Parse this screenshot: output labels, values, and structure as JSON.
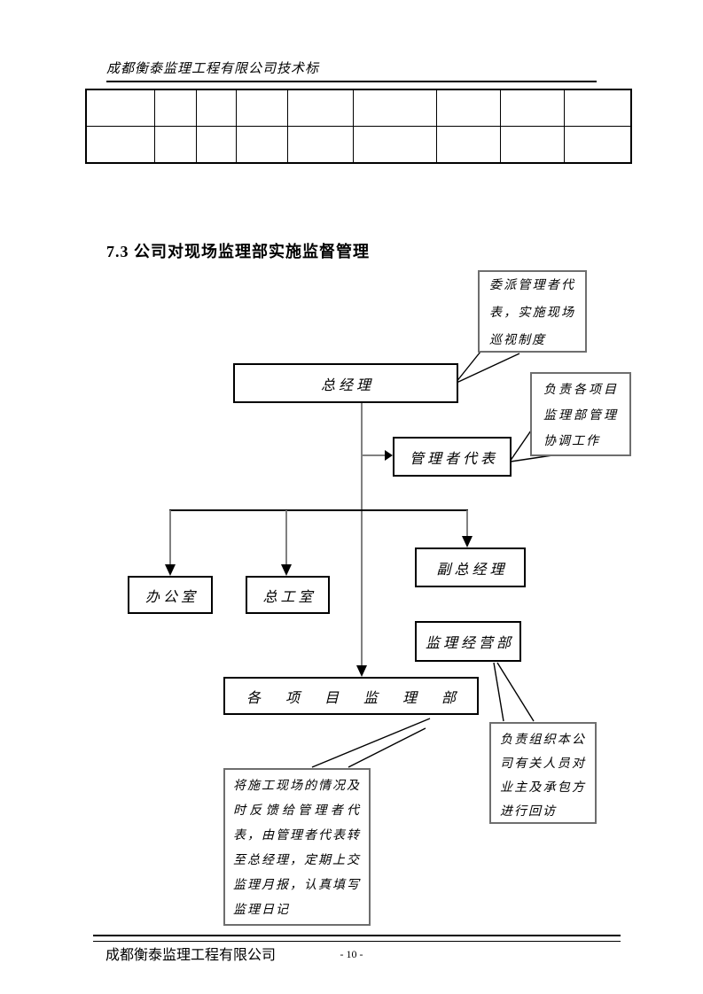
{
  "header": {
    "title": "成都衡泰监理工程有限公司技术标"
  },
  "empty_table": {
    "rows": 2,
    "cols": 9,
    "cells": [
      [
        "",
        "",
        "",
        "",
        "",
        "",
        "",
        "",
        ""
      ],
      [
        "",
        "",
        "",
        "",
        "",
        "",
        "",
        "",
        ""
      ]
    ]
  },
  "section": {
    "heading": "7.3 公司对现场监理部实施监督管理"
  },
  "diagram": {
    "nodes": [
      {
        "id": "general-manager",
        "label": "总经理"
      },
      {
        "id": "management-representative",
        "label": "管理者代表"
      },
      {
        "id": "office",
        "label": "办公室"
      },
      {
        "id": "chief-engineer-office",
        "label": "总工室"
      },
      {
        "id": "deputy-general-manager",
        "label": "副总经理"
      },
      {
        "id": "supervision-operations-dept",
        "label": "监理经营部"
      },
      {
        "id": "project-supervision-depts",
        "label": "各项目监理部"
      }
    ],
    "callouts": [
      {
        "id": "dispatch-representative",
        "text": "委派管理者代表，实施现场巡视制度"
      },
      {
        "id": "coordination",
        "text": "负责各项目监理部管理协调工作"
      },
      {
        "id": "site-feedback",
        "text": "将施工现场的情况及时反馈给管理者代表，由管理者代表转至总经理，定期上交监理月报，认真填写监理日记"
      },
      {
        "id": "return-visit",
        "text": "负责组织本公司有关人员对业主及承包方进行回访"
      }
    ],
    "colors": {
      "connector_gray": "#808080",
      "line_black": "#000000",
      "callout_border": "#6e6e6e"
    }
  },
  "footer": {
    "company": "成都衡泰监理工程有限公司",
    "page_number": "- 10 -"
  }
}
